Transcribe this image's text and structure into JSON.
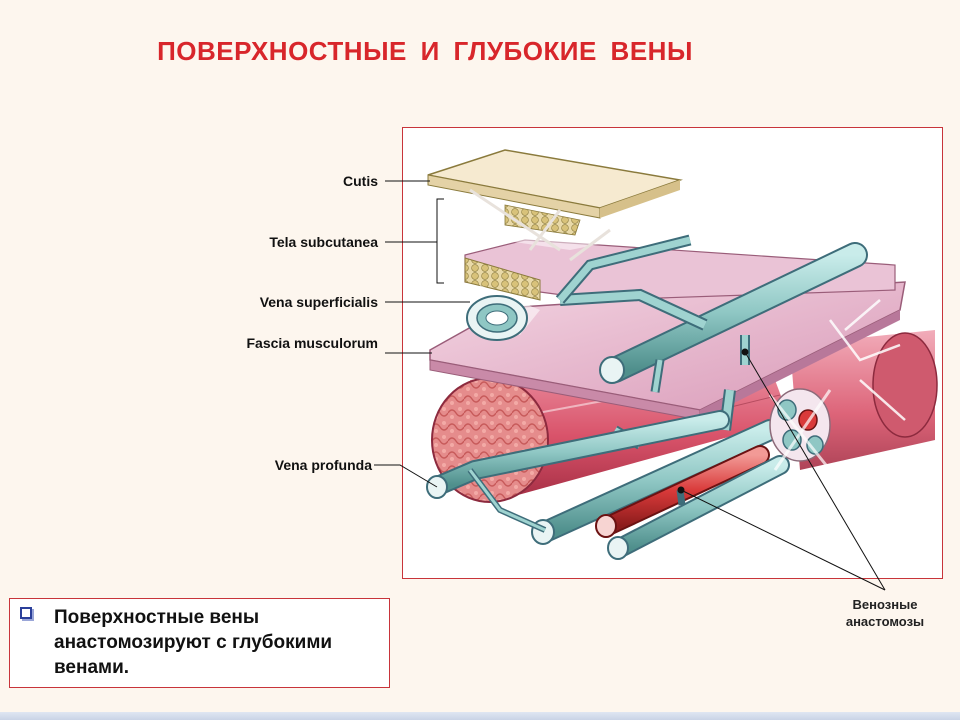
{
  "title": "ПОВЕРХНОСТНЫЕ   И  ГЛУБОКИЕ  ВЕНЫ",
  "labels": {
    "cutis": "Cutis",
    "tela_subcutanea": "Tela subcutanea",
    "vena_superficialis": "Vena superficialis",
    "fascia_musculorum": "Fascia musculorum",
    "vena_profunda": "Vena profunda",
    "venous_anastomoses": "Венозные анастомозы"
  },
  "note": {
    "text": "Поверхностные вены анастомозируют с глубокими венами."
  },
  "colors": {
    "title": "#d8262b",
    "frame_border": "#c8343a",
    "vein": "#8fc7c4",
    "artery": "#d93a3a",
    "fascia": "#e7b7cd",
    "muscle": "#d9536a",
    "skin": "#f5e6c8"
  }
}
